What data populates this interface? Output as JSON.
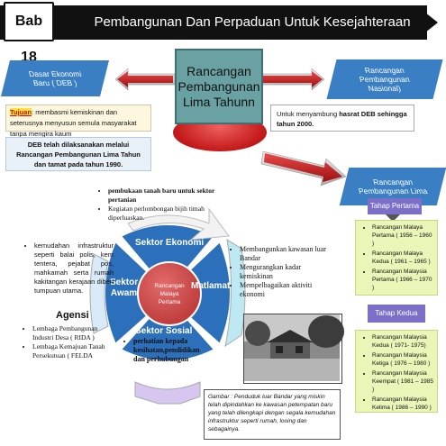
{
  "header": {
    "chapter": "Bab 18",
    "title": "Pembangunan Dan Perpaduan Untuk Kesejahteraan"
  },
  "center_box": {
    "lines": [
      "Rancangan",
      "Pembangunan",
      "Lima Tahunn"
    ]
  },
  "deb_box": {
    "lines": [
      "Dasar Ekonomi",
      "Baru ( DEB )"
    ]
  },
  "rpn_box": {
    "lines": [
      "Rancangan",
      "Pembangunan",
      "Nasional)"
    ]
  },
  "rpl_box": {
    "lines": [
      "Rancangan",
      "Pembangunan Lima"
    ]
  },
  "tujuan": {
    "label": "Tujuan",
    "text": ": membasmi kemiskinan dan seterusnya menyusun semula masyarakat tanpa mengira kaum"
  },
  "deb_detail": "DEB telah dilaksanakan melalui Rancangan Pembangunan Lima Tahun dan tamat pada tahun 1990.",
  "rpn_detail": {
    "prefix": "Untuk menyambung ",
    "bold": "hasrat DEB sehingga tahun 2000."
  },
  "tahap_pertama": {
    "label": "Tahap Pertama",
    "items": [
      "Rancangan Malaya Pertama ( 1956 – 1960 )",
      "Rancangan Malaya Kedua ( 1961 – 1965 )",
      "Rancangan Malaysia Pertama ( 1966 – 1970 )"
    ]
  },
  "tahap_kedua": {
    "label": "Tahap Kedua",
    "items": [
      "Rancangan Malaysia Kedua ( 1971- 1975)",
      "Rancangan Malaysia Ketiga ( 1976 – 1980 )",
      "Rancangan Malaysia Keempat ( 1981 – 1985 )",
      "Rancangan Malaysia Kelima ( 1986 – 1990 )"
    ]
  },
  "wheel": {
    "center": [
      "Rancangan",
      "Malaya",
      "Pertama"
    ],
    "ekonomi": "Sektor Ekonomi",
    "awam": [
      "Sektor",
      "Awam"
    ],
    "matlamat": "Matlamat",
    "sosial": "Sektor Sosial"
  },
  "ekonomi_points": [
    "pembukaan tanah baru untuk sektor pertanian",
    "Kegiatan perlombongan bijih timah diperluaskan."
  ],
  "matlamat_points": [
    "Membangunkan kawasan luar Bandar",
    "Mengurangkan kadar kemiskinan",
    "Mempelbagaikan aktiviti ekonomi"
  ],
  "awam_points": [
    "kemudahan infrastruktur seperti balai polis, kem tentera, pejabat pos, mahkamah serta rumah kakitangan kerajaan diberi tumpuan utama."
  ],
  "sosial_points": [
    "perhatian kepada kesihatan,pendidikan dan perhubungan"
  ],
  "agensi": {
    "title": "Agensi",
    "items": [
      "Lembaga Pembangunan Industri Desa ( RIDA )",
      "Lembaga Kemajuan Tanah Persekutuan ( FELDA"
    ]
  },
  "caption": "Gambar : Penduduk luar Bandar yang miskin telah dipindahkan ke kawasan petempatan baru yang telah dilengkapi dengan segala kemudahan infrastruktur seperti rumah, looing dan sebagainya.",
  "colors": {
    "header": "#111111",
    "parallelogram": "#3a7fc4",
    "center_box": "#6aa1a3",
    "arrow": "#c21818",
    "tahap": "#7c6fc8",
    "list_bg": "#eaf5b8"
  }
}
